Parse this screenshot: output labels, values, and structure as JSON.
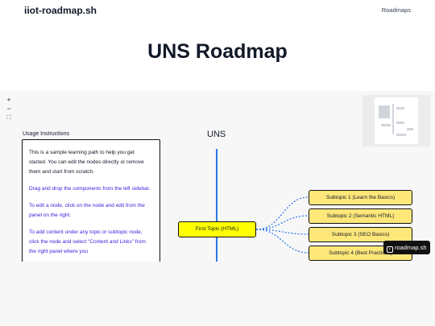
{
  "header": {
    "brand": "iiot-roadmap.sh",
    "nav_roadmaps": "Roadmaps"
  },
  "page": {
    "title": "UNS Roadmap"
  },
  "canvas": {
    "zoom_in": "+",
    "zoom_out": "−",
    "fit": "⛶",
    "instructions_label": "Usage Instructions",
    "instructions": [
      "This is a sample learning path to help you get started. You can edit the nodes directly or remove them and start from scratch.",
      "Drag and drop the components from the left sidebar.",
      "To edit a node, click on the node and edit from the panel on the right.",
      "To add content under any topic or subtopic node, click the node and select \"Content and Links\" from the right panel where you"
    ],
    "diagram_title": "UNS",
    "first_topic": "First Topic (HTML)",
    "subtopics": [
      "Subtopic 1 (Learn the Basics)",
      "Subtopic 2 (Semantic HTML)",
      "Subtopic 3 (SEO Basics)",
      "Subtopic 4 (Best Practices)"
    ],
    "badge": "roadmap.sh"
  },
  "colors": {
    "spine": "#2b78e4",
    "topic": "#ffff01",
    "subtopic": "#ffe77a",
    "link_text": "#3b21d9"
  }
}
